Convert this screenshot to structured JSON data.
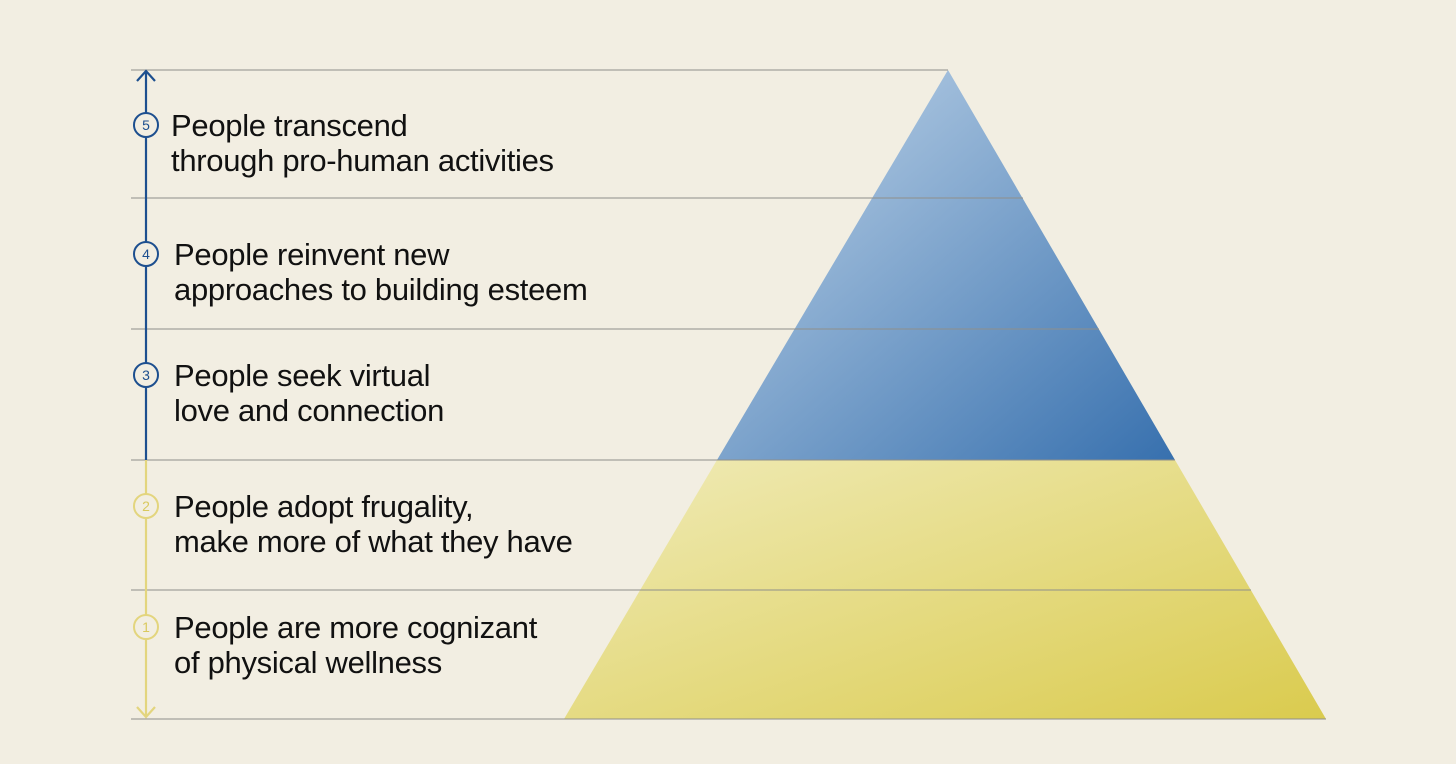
{
  "colors": {
    "background": "#f2eee2",
    "axis_blue": "#1d4f8f",
    "axis_yellow": "#e3d57e",
    "pyramid_blue_light": "#b4cde4",
    "pyramid_blue_dark": "#3a72b0",
    "pyramid_yellow_light": "#efeab0",
    "pyramid_yellow_dark": "#dccd52",
    "rule_line": "#8c8c8c"
  },
  "axis": {
    "top_arrow_icon": "arrow-up-icon",
    "bottom_arrow_icon": "arrow-down-icon"
  },
  "levels": [
    {
      "number": "5",
      "line1": "People transcend",
      "line2": "through pro-human activities",
      "tone": "blue"
    },
    {
      "number": "4",
      "line1": "People reinvent new",
      "line2": "approaches to building esteem",
      "tone": "blue"
    },
    {
      "number": "3",
      "line1": "People seek virtual",
      "line2": "love and connection",
      "tone": "blue"
    },
    {
      "number": "2",
      "line1": "People adopt frugality,",
      "line2": "make more of what they have",
      "tone": "yellow"
    },
    {
      "number": "1",
      "line1": "People are more cognizant",
      "line2": "of physical wellness",
      "tone": "yellow"
    }
  ]
}
